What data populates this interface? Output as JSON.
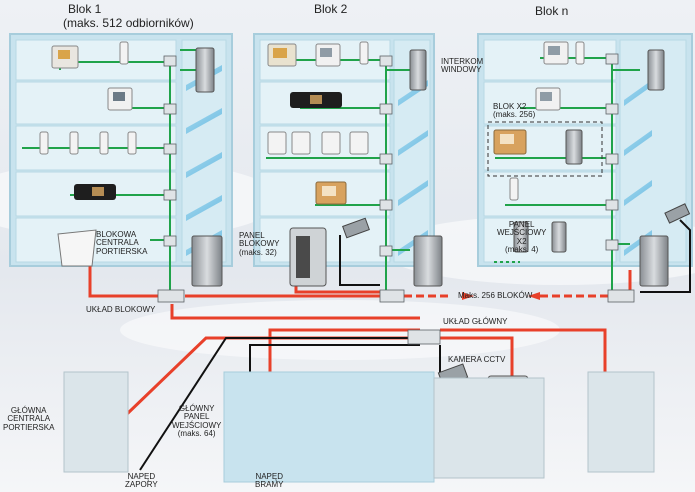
{
  "blocks": {
    "b1_title": "Blok 1",
    "b1_sub": "(maks. 512 odbiorników)",
    "b2_title": "Blok 2",
    "bn_title": "Blok n"
  },
  "labels": {
    "interkom_1": "INTERKOM",
    "interkom_2": "WINDOWY",
    "blokx2_1": "BLOK X2",
    "blokx2_2": "(maks. 256)",
    "blokowa_1": "BLOKOWA",
    "blokowa_2": "CENTRALA",
    "blokowa_3": "PORTIERSKA",
    "panel_blok_1": "PANEL",
    "panel_blok_2": "BLOKOWY",
    "panel_blok_3": "(maks. 32)",
    "panel_wej_1": "PANEL",
    "panel_wej_2": "WEJŚCIOWY",
    "panel_wej_3": "X2",
    "panel_wej_4": "(maks. 4)",
    "maks_blokow": "Maks. 256 BLOKÓW",
    "uklad_blokowy": "UKŁAD BLOKOWY",
    "uklad_glowny": "UKŁAD GŁÓWNY",
    "kamera": "KAMERA CCTV",
    "glowna_1": "GŁÓWNA",
    "glowna_2": "CENTRALA",
    "glowna_3": "PORTIERSKA",
    "glowny_1": "GŁÓWNY",
    "glowny_2": "PANEL",
    "glowny_3": "WEJŚCIOWY",
    "glowny_4": "(maks. 64)",
    "naped_zap_1": "NAPĘD",
    "naped_zap_2": "ZAPORY",
    "naped_bram_1": "NAPĘD",
    "naped_bram_2": "BRAMY"
  },
  "colors": {
    "bus_red": "#e8402a",
    "riser_green": "#20a34a",
    "cable_black": "#111111",
    "building_blue": "#c8e3ee"
  }
}
